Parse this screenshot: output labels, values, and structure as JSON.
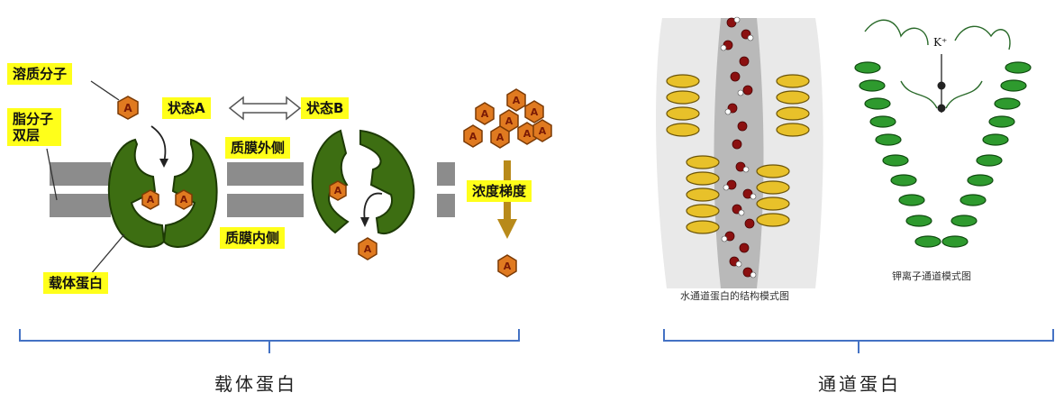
{
  "carrier": {
    "labels": {
      "solute_molecule": "溶质分子",
      "lipid_bilayer": "脂分子\n双层",
      "state_a": "状态A",
      "state_b": "状态B",
      "membrane_outside": "质膜外侧",
      "membrane_inside": "质膜内侧",
      "carrier_protein": "载体蛋白",
      "concentration_gradient": "浓度梯度"
    },
    "molecule_letter": "A",
    "colors": {
      "protein": "#3f6f12",
      "molecule": "#e07a20",
      "label_bg": "#ffff1a",
      "membrane": "#8c8c8c"
    }
  },
  "channel": {
    "water_caption": "水通道蛋白的结构模式图",
    "potassium_caption": "钾离子通道模式图",
    "potassium_label": "K⁺",
    "colors": {
      "helix_yellow": "#e8c12a",
      "helix_green": "#2e9a2e",
      "oxygen": "#8b1010"
    }
  },
  "group_captions": {
    "left": "载体蛋白",
    "right": "通道蛋白"
  },
  "bracket_color": "#4472c4"
}
